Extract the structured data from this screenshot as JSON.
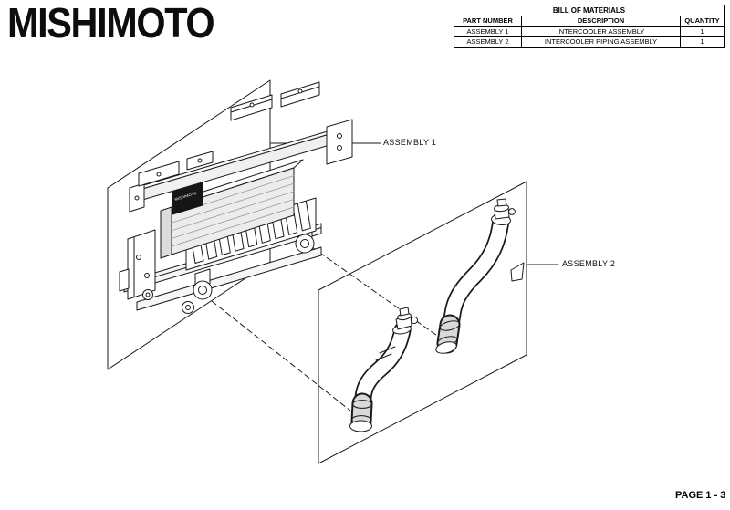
{
  "page": {
    "logo": "MISHIMOTO",
    "page_number": "PAGE 1 - 3"
  },
  "bom": {
    "title": "BILL OF MATERIALS",
    "columns": [
      "PART NUMBER",
      "DESCRIPTION",
      "QUANTITY"
    ],
    "rows": [
      {
        "part": "ASSEMBLY 1",
        "description": "INTERCOOLER ASSEMBLY",
        "qty": "1"
      },
      {
        "part": "ASSEMBLY 2",
        "description": "INTERCOOLER PIPING ASSEMBLY",
        "qty": "1"
      }
    ]
  },
  "diagram": {
    "assembly1_label": "ASSEMBLY 1",
    "assembly2_label": "ASSEMBLY 2",
    "core_badge": "MISHIMOTO"
  }
}
